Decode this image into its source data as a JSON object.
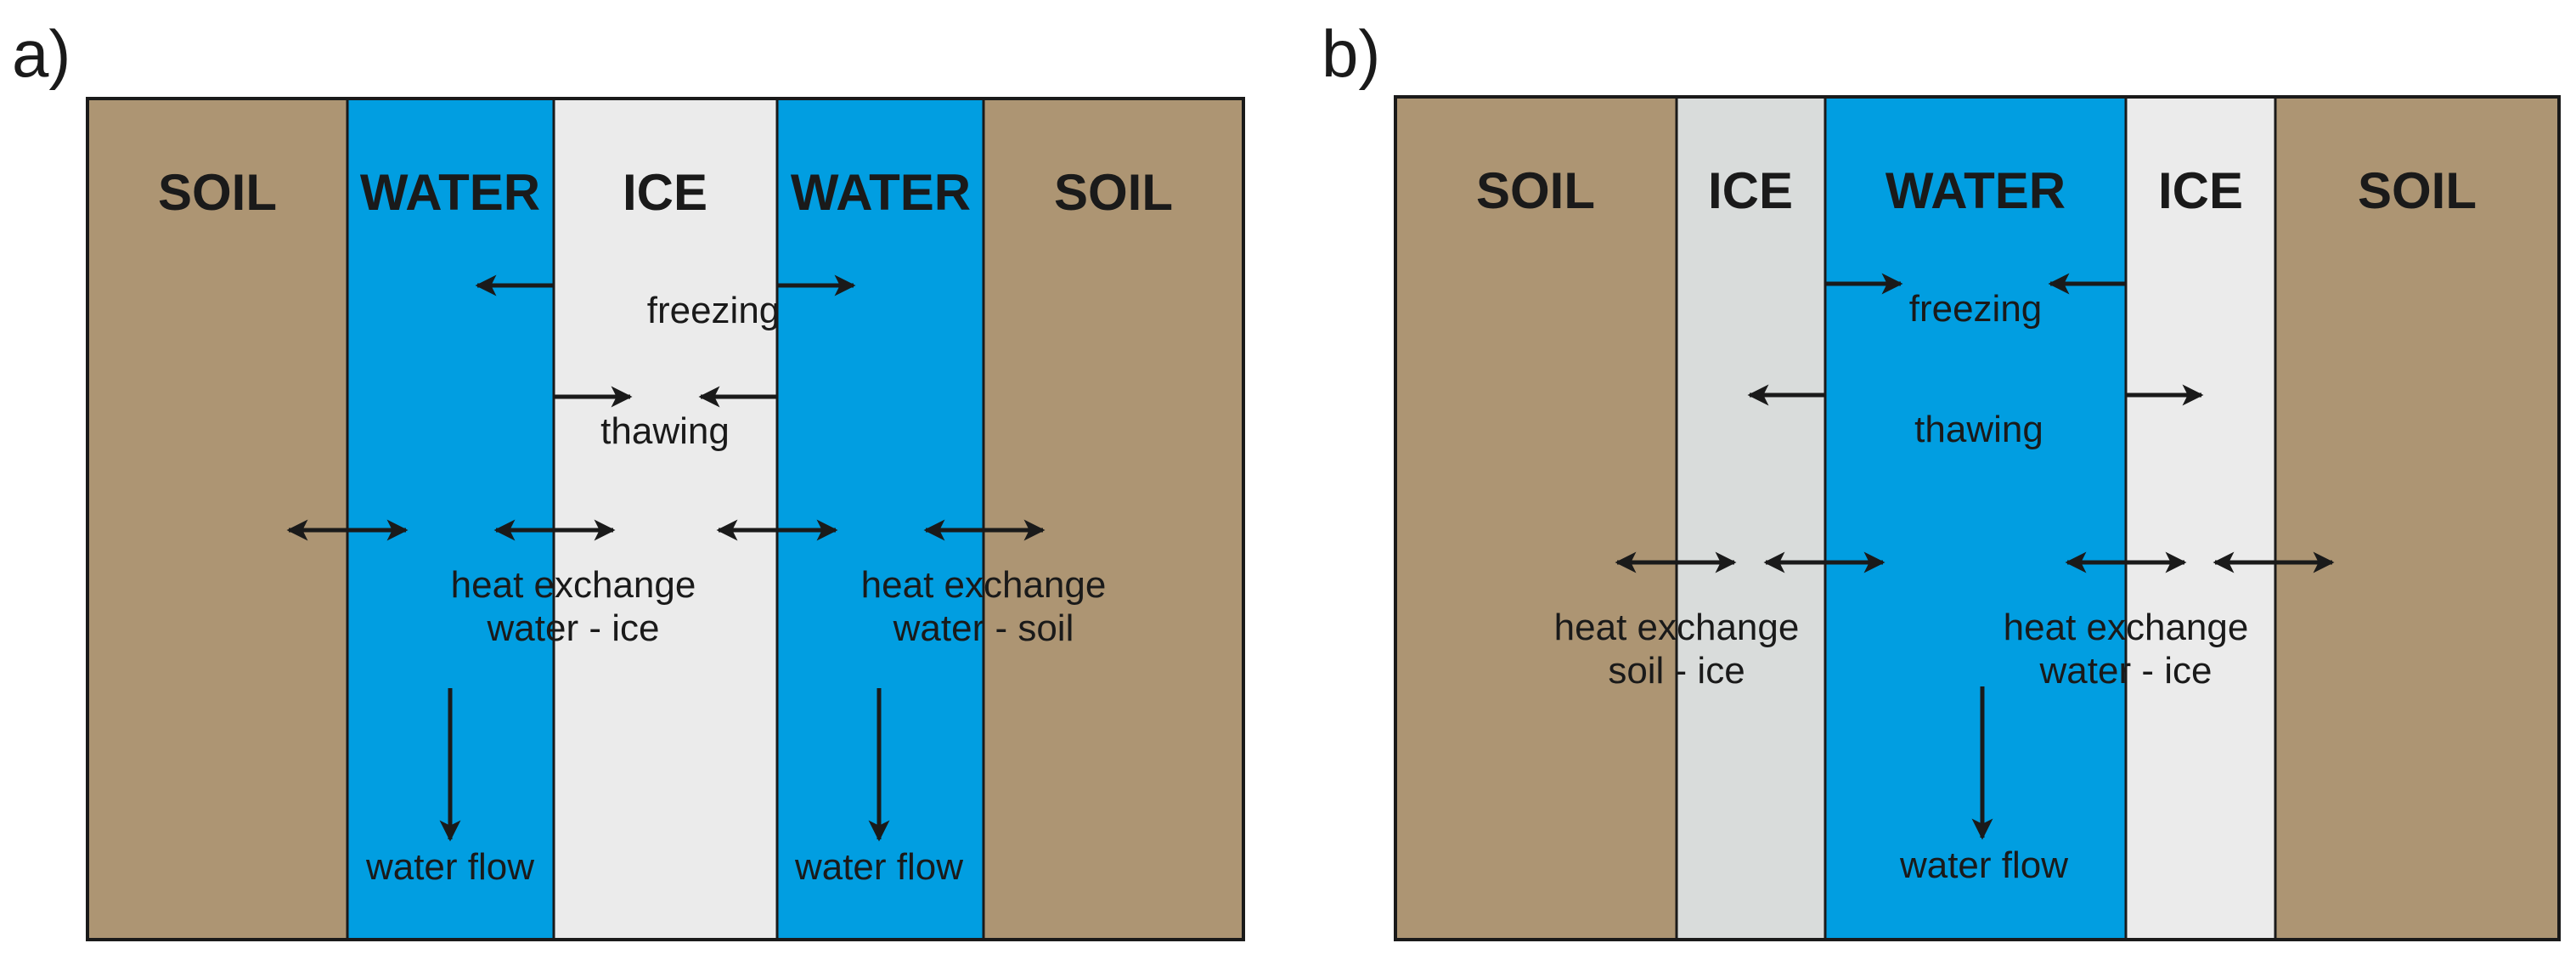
{
  "colors": {
    "soil": "#ad9573",
    "water": "#019ee1",
    "ice_light": "#ebebeb",
    "ice_grey": "#d9dcdb",
    "outline": "#1a1a1a",
    "arrow": "#1a1a1a"
  },
  "panel_a": {
    "letter": "a)",
    "columns": [
      {
        "label": "SOIL",
        "material": "soil"
      },
      {
        "label": "WATER",
        "material": "water"
      },
      {
        "label": "ICE",
        "material": "ice"
      },
      {
        "label": "WATER",
        "material": "water"
      },
      {
        "label": "SOIL",
        "material": "soil"
      }
    ],
    "freezing": "freezing",
    "thawing": "thawing",
    "heat_exchange_1": {
      "line1": "heat exchange",
      "line2": "water - ice"
    },
    "heat_exchange_2": {
      "line1": "heat exchange",
      "line2": "water - soil"
    },
    "water_flow_1": "water flow",
    "water_flow_2": "water flow"
  },
  "panel_b": {
    "letter": "b)",
    "columns": [
      {
        "label": "SOIL",
        "material": "soil"
      },
      {
        "label": "ICE",
        "material": "ice"
      },
      {
        "label": "WATER",
        "material": "water"
      },
      {
        "label": "ICE",
        "material": "ice"
      },
      {
        "label": "SOIL",
        "material": "soil"
      }
    ],
    "freezing": "freezing",
    "thawing": "thawing",
    "heat_exchange_1": {
      "line1": "heat exchange",
      "line2": "soil - ice"
    },
    "heat_exchange_2": {
      "line1": "heat exchange",
      "line2": "water - ice"
    },
    "water_flow": "water flow"
  }
}
